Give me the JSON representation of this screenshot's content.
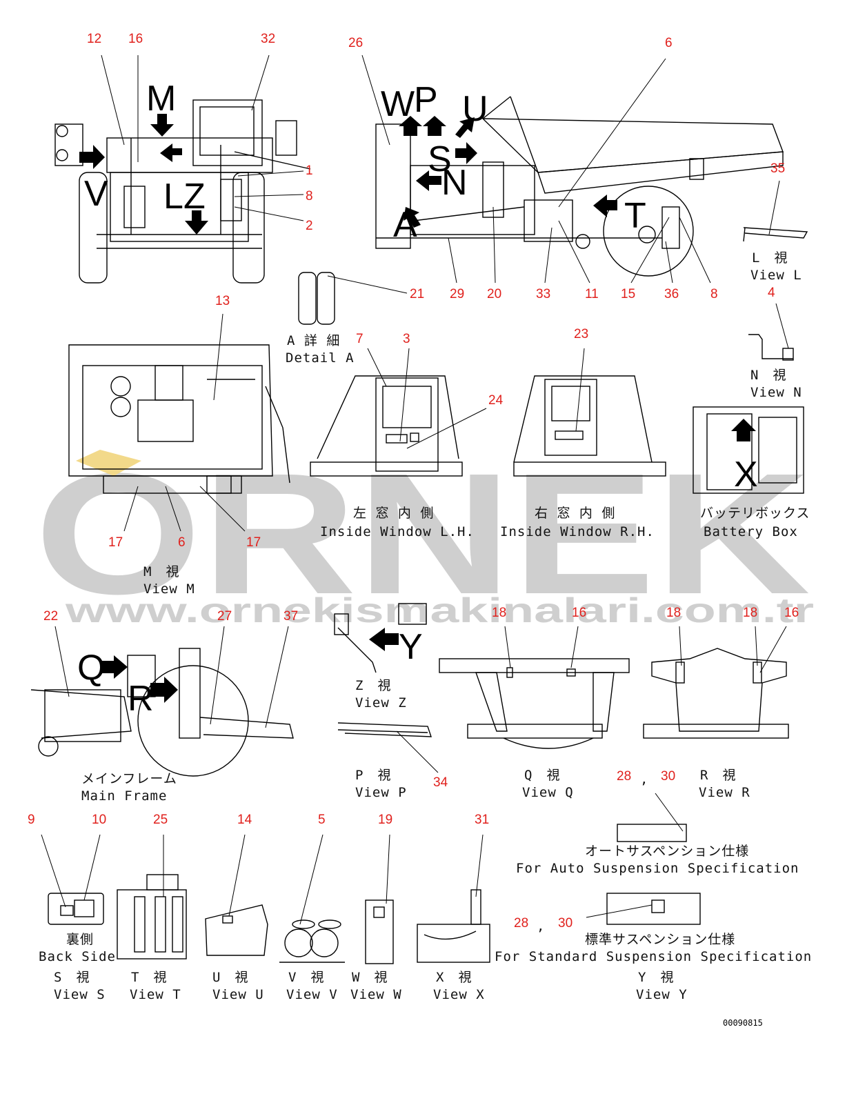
{
  "watermark": {
    "brand": "ORNEK",
    "url": "www.ornekismakinalari.com.tr"
  },
  "drawing_code": "00090815",
  "view_letters": [
    "M",
    "L",
    "Z",
    "V",
    "W",
    "P",
    "U",
    "S",
    "N",
    "A",
    "T",
    "Q",
    "R",
    "Y",
    "X"
  ],
  "callouts": [
    "12",
    "16",
    "32",
    "1",
    "8",
    "2",
    "26",
    "6",
    "35",
    "21",
    "29",
    "20",
    "33",
    "11",
    "15",
    "36",
    "8",
    "4",
    "13",
    "7",
    "3",
    "24",
    "23",
    "17",
    "6",
    "17",
    "22",
    "27",
    "37",
    "18",
    "16",
    "18",
    "18",
    "16",
    "34",
    "28",
    "30",
    "9",
    "10",
    "25",
    "14",
    "5",
    "19",
    "31",
    "28",
    "30"
  ],
  "labels": {
    "view_l_jp": "L　視",
    "view_l": "View L",
    "view_n_jp": "N　視",
    "view_n": "View N",
    "detail_a_jp": "A 詳 細",
    "detail_a": "Detail A",
    "inside_lh_jp": "左 窓 内 側",
    "inside_lh": "Inside Window L.H.",
    "inside_rh_jp": "右 窓 内 側",
    "inside_rh": "Inside Window R.H.",
    "battery_jp": "バッテリボックス",
    "battery": "Battery Box",
    "view_m_jp": "M　視",
    "view_m": "View M",
    "view_z_jp": "Z　視",
    "view_z": "View Z",
    "main_frame_jp": "メインフレーム",
    "main_frame": "Main Frame",
    "view_p_jp": "P　視",
    "view_p": "View P",
    "view_q_jp": "Q　視",
    "view_q": "View Q",
    "view_r_jp": "R　視",
    "view_r": "View R",
    "auto_susp_jp": "オートサスペンション仕様",
    "auto_susp": "For Auto Suspension Specification",
    "std_susp_jp": "標準サスペンション仕様",
    "std_susp": "For Standard Suspension Specification",
    "back_side_jp": "裏側",
    "back_side": "Back Side",
    "view_s_jp": "S　視",
    "view_s": "View S",
    "view_t_jp": "T　視",
    "view_t": "View T",
    "view_u_jp": "U　視",
    "view_u": "View U",
    "view_v_jp": "V　視",
    "view_v": "View V",
    "view_w_jp": "W　視",
    "view_w": "View W",
    "view_x_jp": "X　視",
    "view_x": "View X",
    "view_y_jp": "Y　視",
    "view_y": "View Y",
    "comma": ","
  }
}
